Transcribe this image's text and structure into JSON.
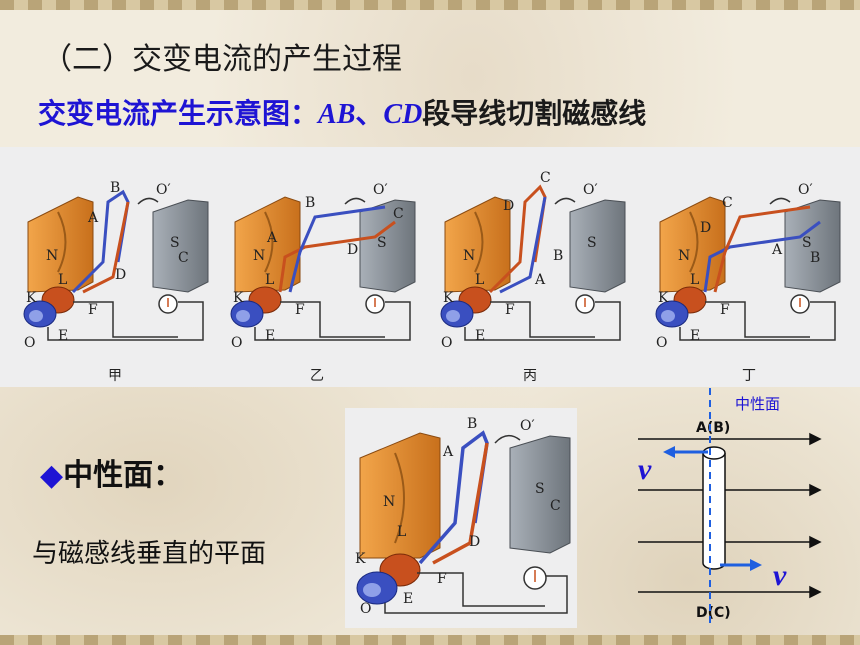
{
  "slide": {
    "title": "（二）交变电流的产生过程",
    "subtitle_prefix": "交变电流产生示意图：",
    "subtitle_ab": "AB",
    "subtitle_sep": "、",
    "subtitle_cd": "CD",
    "subtitle_suffix": "段导线切割磁感线"
  },
  "panels": [
    {
      "caption": "甲",
      "top_letter": "B",
      "mid_letter": "A",
      "right_letter": "C",
      "low_letter": "D"
    },
    {
      "caption": "乙",
      "top_letter": "B",
      "mid_letter": "A",
      "right_letter": "C",
      "low_letter": "D"
    },
    {
      "caption": "丙",
      "top_letter": "C",
      "mid_letter": "D",
      "right_letter": "B",
      "low_letter": "A"
    },
    {
      "caption": "丁",
      "top_letter": "C",
      "mid_letter": "D",
      "right_letter": "B",
      "low_letter": "A"
    }
  ],
  "figure_letters": {
    "north": "N",
    "south": "S",
    "axis": "O′",
    "axis_bottom": "O",
    "k": "K",
    "l": "L",
    "e": "E",
    "f": "F"
  },
  "neutral": {
    "diamond": "◆",
    "heading": "中性面：",
    "definition": "与磁感线垂直的平面"
  },
  "side_diagram": {
    "plane_label": "中性面",
    "top_label": "A(B)",
    "bottom_label": "D(C)",
    "velocity": "v"
  },
  "colors": {
    "title_blue": "#1e14d4",
    "arrow_blue": "#1e5fe0",
    "magnet_orange": "#e08a2a",
    "coil_blue": "#3a4fc0",
    "coil_red": "#c8501e"
  }
}
